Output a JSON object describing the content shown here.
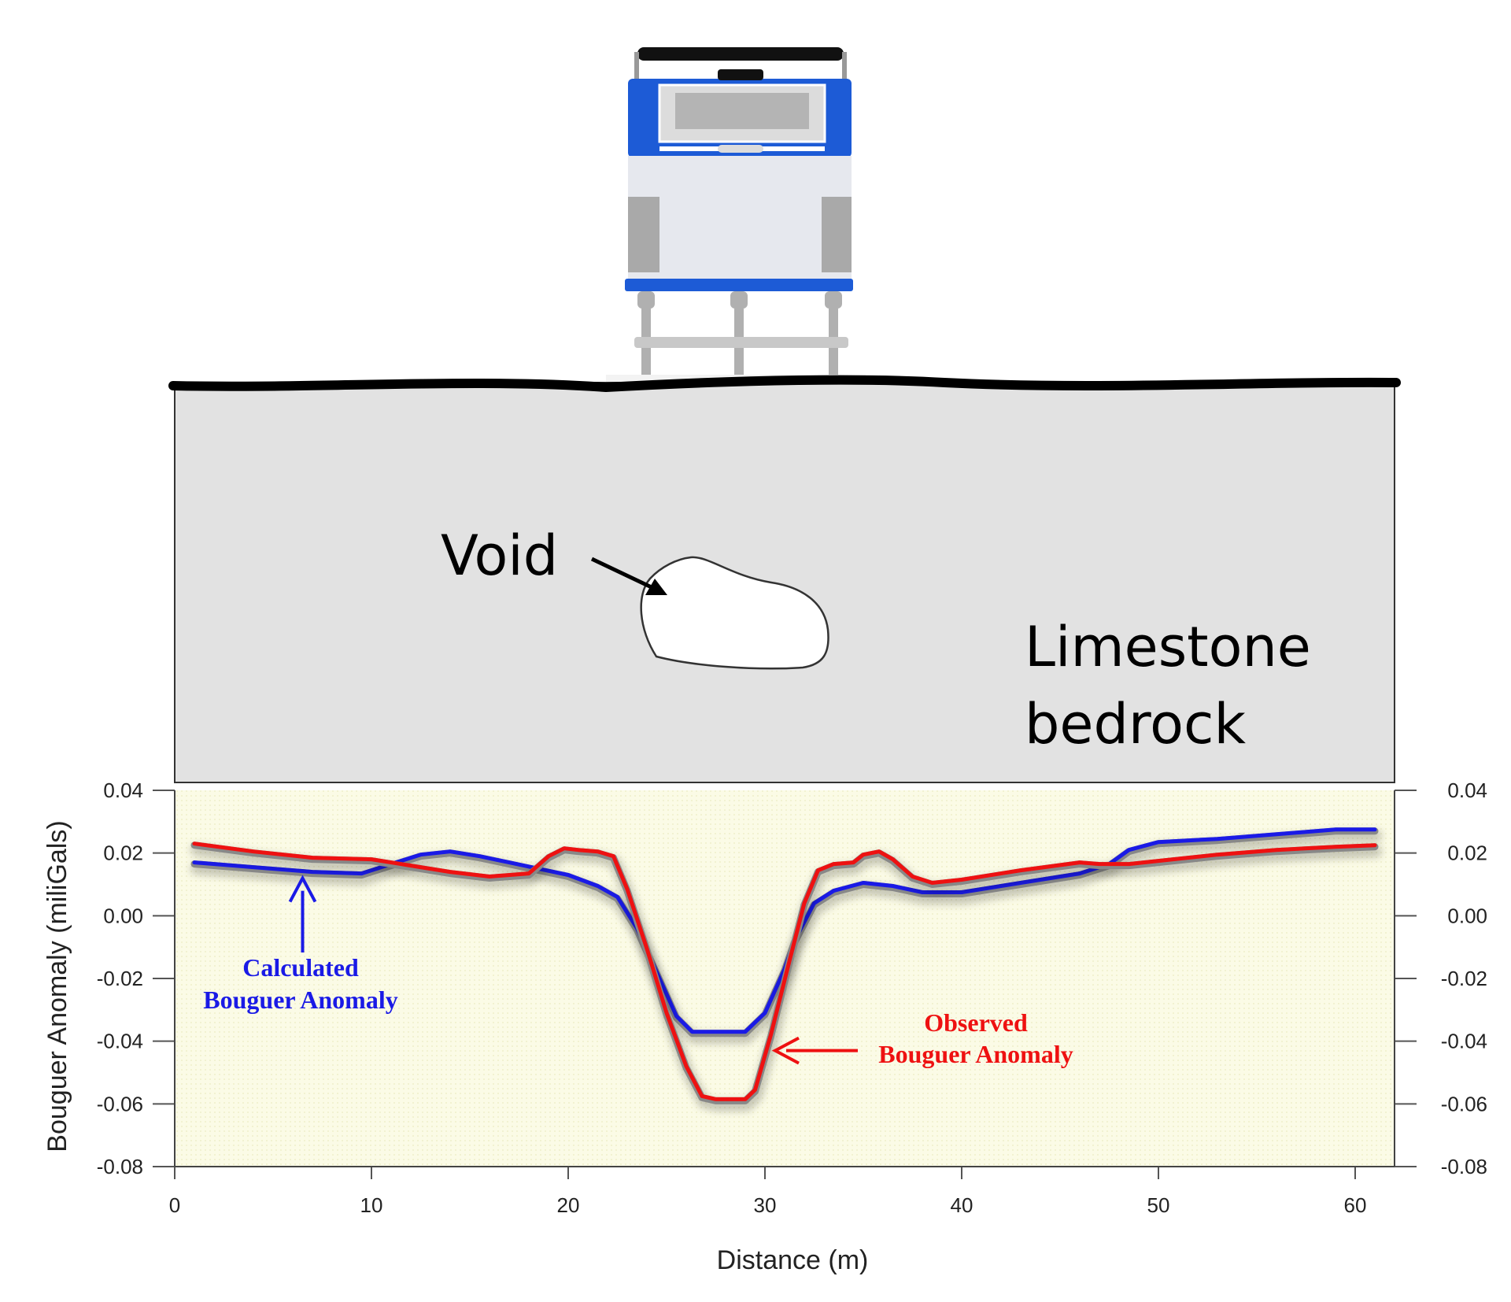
{
  "diagram": {
    "void_label": "Void",
    "bedrock_label_line1": "Limestone",
    "bedrock_label_line2": "bedrock"
  },
  "colors": {
    "calculated": "#1a1ae6",
    "observed": "#ee1111",
    "bedrock_fill": "#e2e2e2",
    "plot_bg": "#fbfbe6",
    "gravimeter_blue": "#1d5bd6"
  },
  "icons": {
    "instrument": "gravimeter-icon",
    "arrow": "arrow-icon"
  },
  "chart_data": {
    "type": "line",
    "title": "",
    "xlabel": "Distance (m)",
    "ylabel": "Bouguer Anomaly (miliGals)",
    "xlim": [
      0,
      62
    ],
    "ylim": [
      -0.08,
      0.04
    ],
    "x_ticks": [
      0,
      10,
      20,
      30,
      40,
      50,
      60
    ],
    "x_tick_labels": [
      "0",
      "10",
      "20",
      "30",
      "40",
      "50",
      "60"
    ],
    "y_ticks": [
      0.04,
      0.02,
      0.0,
      -0.02,
      -0.04,
      -0.06,
      -0.08
    ],
    "y_tick_labels": [
      "0.04",
      "0.02",
      "0.00",
      "-0.02",
      "-0.04",
      "-0.06",
      "-0.08"
    ],
    "grid": false,
    "series": [
      {
        "name": "Calculated Bouguer Anomaly",
        "color": "#1a1ae6",
        "x": [
          1,
          4,
          7,
          9.5,
          11,
          12.5,
          14,
          15.5,
          17,
          18.5,
          20,
          21.5,
          22.5,
          23.5,
          24.5,
          25.5,
          26.3,
          27,
          28,
          29,
          30,
          31,
          31.5,
          32.5,
          33.5,
          35,
          36.5,
          38,
          40,
          43,
          46,
          47.5,
          48.5,
          50,
          53,
          56,
          59,
          61
        ],
        "y": [
          0.017,
          0.0155,
          0.014,
          0.0135,
          0.0165,
          0.0195,
          0.0205,
          0.019,
          0.017,
          0.015,
          0.013,
          0.0095,
          0.006,
          -0.004,
          -0.018,
          -0.032,
          -0.037,
          -0.037,
          -0.037,
          -0.037,
          -0.031,
          -0.017,
          -0.008,
          0.004,
          0.008,
          0.0105,
          0.0095,
          0.0075,
          0.0075,
          0.0105,
          0.0135,
          0.0165,
          0.021,
          0.0235,
          0.0245,
          0.026,
          0.0275,
          0.0275
        ]
      },
      {
        "name": "Observed Bouguer Anomaly",
        "color": "#ee1111",
        "x": [
          1,
          4,
          7,
          10,
          12,
          14,
          16,
          18,
          19,
          19.8,
          20.5,
          21.5,
          22.3,
          23,
          24,
          25,
          26,
          26.8,
          27.5,
          28.2,
          29,
          29.5,
          30.3,
          31.2,
          32,
          32.7,
          33.5,
          34.5,
          35,
          35.8,
          36.5,
          37.5,
          38.5,
          40,
          43,
          46,
          47,
          48.5,
          50,
          53,
          56,
          59,
          61
        ],
        "y": [
          0.023,
          0.0205,
          0.0185,
          0.018,
          0.016,
          0.014,
          0.0125,
          0.0135,
          0.019,
          0.0215,
          0.021,
          0.0205,
          0.019,
          0.0085,
          -0.0105,
          -0.031,
          -0.048,
          -0.0575,
          -0.0585,
          -0.0585,
          -0.0585,
          -0.0555,
          -0.038,
          -0.0155,
          0.004,
          0.0145,
          0.0165,
          0.017,
          0.0195,
          0.0205,
          0.018,
          0.0125,
          0.0105,
          0.0115,
          0.0145,
          0.017,
          0.0165,
          0.0165,
          0.0175,
          0.0195,
          0.021,
          0.022,
          0.0225
        ]
      }
    ],
    "annotations": [
      {
        "text_line1": "Calculated",
        "text_line2": "Bouguer Anomaly",
        "color": "#1a1ae6",
        "points_to": [
          6.5,
          0.014
        ]
      },
      {
        "text_line1": "Observed",
        "text_line2": "Bouguer Anomaly",
        "color": "#ee1111",
        "points_to": [
          30.2,
          -0.042
        ]
      }
    ]
  }
}
